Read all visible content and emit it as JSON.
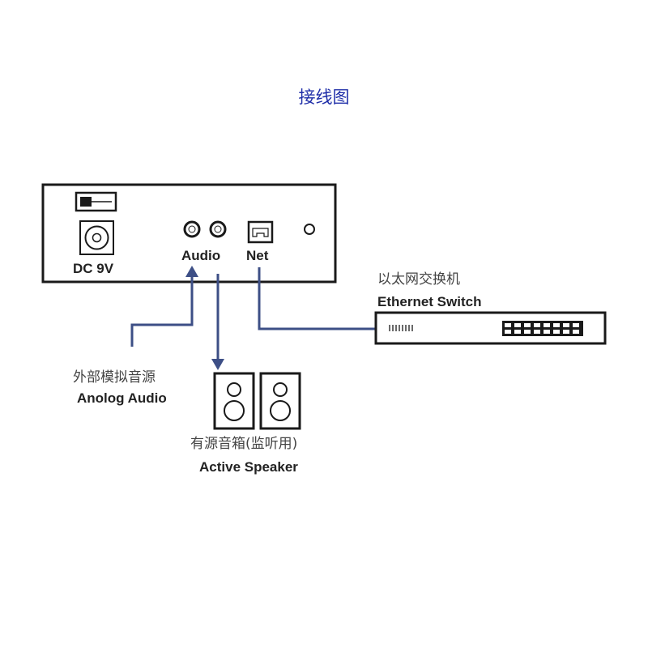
{
  "title": "接线图",
  "device": {
    "power_label": "DC 9V",
    "audio_label": "Audio",
    "net_label": "Net"
  },
  "switch": {
    "label_cn": "以太网交换机",
    "label_en": "Ethernet Switch"
  },
  "analog_source": {
    "label_cn": "外部模拟音源",
    "label_en": "Anolog Audio"
  },
  "speaker": {
    "label_cn": "有源音箱(监听用)",
    "label_en": "Active Speaker"
  },
  "colors": {
    "title": "#1f2ea8",
    "cable": "#3d4f86",
    "outline": "#1a1a1a"
  }
}
